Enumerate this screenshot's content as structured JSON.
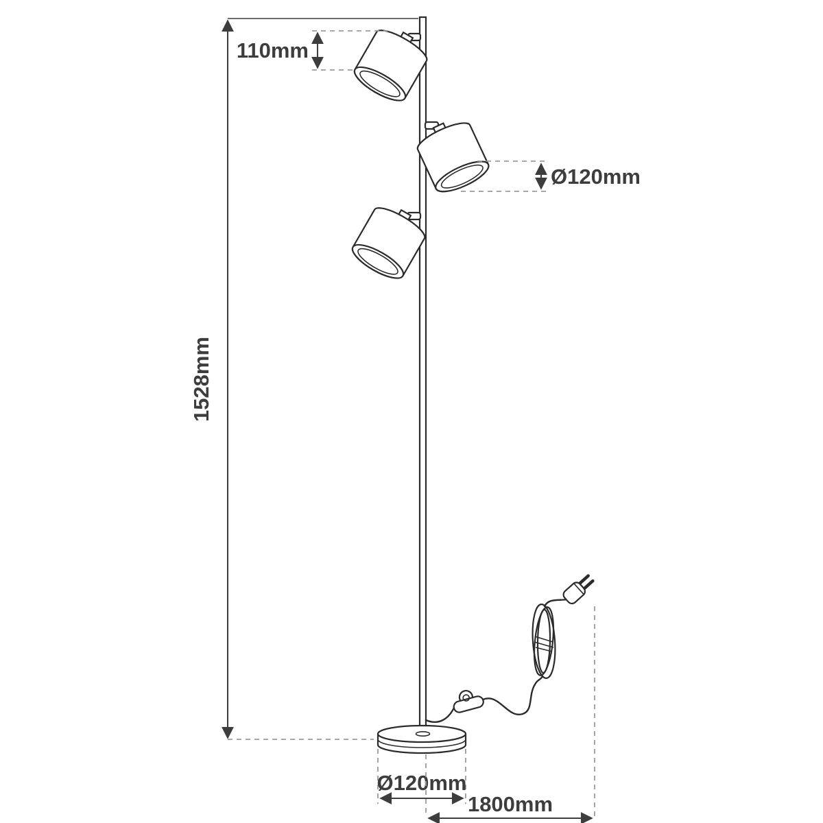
{
  "diagram": {
    "type": "technical-dimension-drawing",
    "subject": "three-light floor lamp with foot switch and power plug",
    "dimensions": {
      "lamp_height": "1528mm",
      "shade_height": "110mm",
      "shade_diameter": "Ø120mm",
      "base_diameter": "Ø120mm",
      "cable_length": "1800mm"
    },
    "colors": {
      "background": "#ffffff",
      "outline": "#2b2b2b",
      "dimension_line": "#3d3d3d",
      "dashed_extension": "#9b9b9b",
      "text": "#3d3d3d"
    }
  }
}
